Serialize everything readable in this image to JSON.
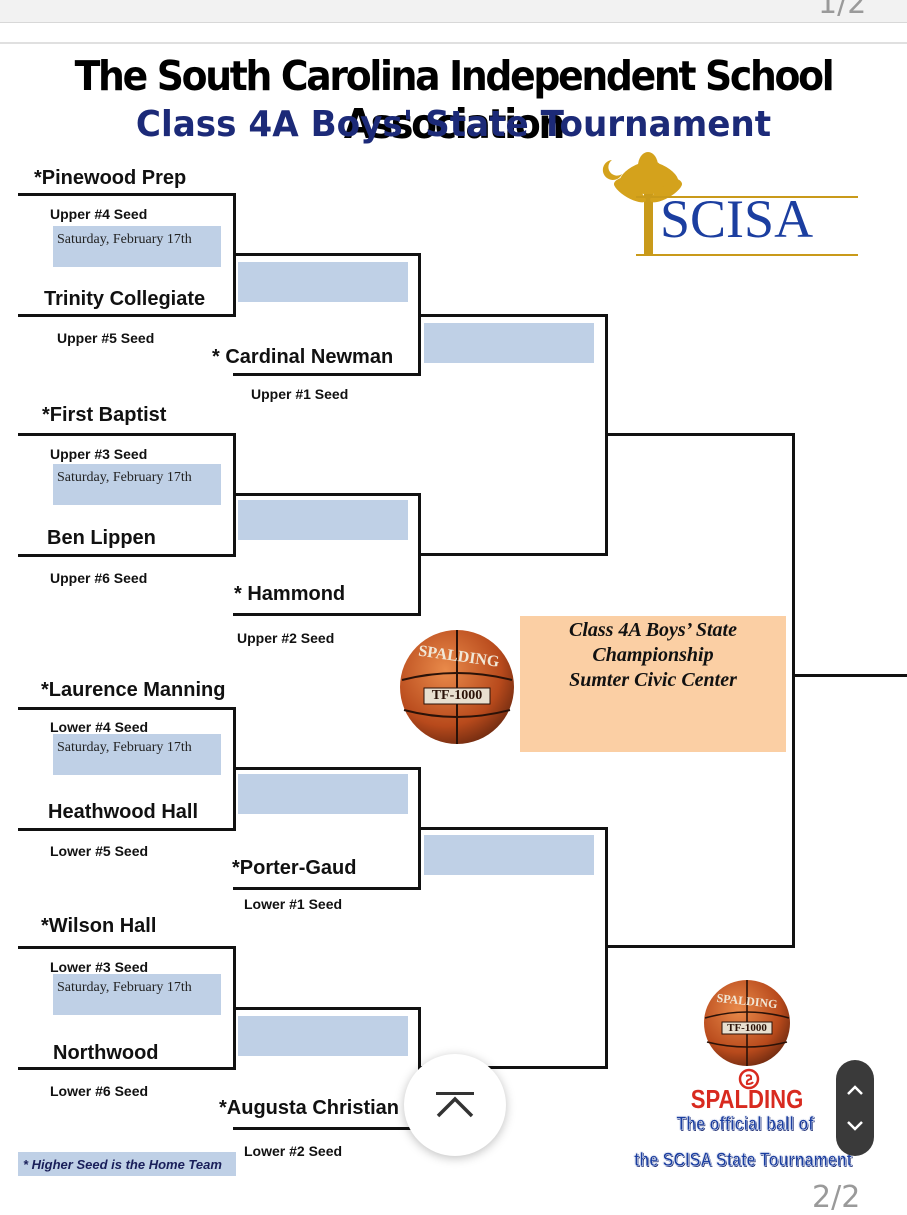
{
  "viewer": {
    "page_indicator_top": "1/2",
    "page_indicator_bottom": "2/2"
  },
  "header": {
    "title_line1": "The South Carolina Independent School Association",
    "title_line2": "Class 4A Boys' State Tournament"
  },
  "logo": {
    "text": "SCISA"
  },
  "date_label": "Saturday, February 17th",
  "teams": {
    "t1": "*Pinewood Prep",
    "t1_seed": "Upper #4 Seed",
    "t2": "Trinity Collegiate",
    "t2_seed": "Upper #5 Seed",
    "t3": "* Cardinal Newman",
    "t3_seed": "Upper #1 Seed",
    "t4": "*First Baptist",
    "t4_seed": "Upper #3 Seed",
    "t5": "Ben Lippen",
    "t5_seed": "Upper #6 Seed",
    "t6": "* Hammond",
    "t6_seed": "Upper #2 Seed",
    "t7": "*Laurence Manning",
    "t7_seed": "Lower #4 Seed",
    "t8": "Heathwood Hall",
    "t8_seed": "Lower #5 Seed",
    "t9": "*Porter-Gaud",
    "t9_seed": "Lower #1 Seed",
    "t10": "*Wilson Hall",
    "t10_seed": "Lower #3 Seed",
    "t11": "Northwood",
    "t11_seed": "Lower #6 Seed",
    "t12": "*Augusta Christian",
    "t12_seed": "Lower #2 Seed"
  },
  "championship": {
    "line1": "Class 4A Boys’ State",
    "line2": "Championship",
    "line3": "Sumter Civic Center"
  },
  "basketball": {
    "brand": "SPALDING",
    "model": "TF-1000"
  },
  "sponsor": {
    "brand": "SPALDING",
    "line1": "The official ball of",
    "line2": "the SCISA State Tournament"
  },
  "footnote": "* Higher Seed is the Home Team",
  "colors": {
    "slot_blue": "#bfd0e6",
    "champ_box": "#fbcfa4",
    "title_blue": "#1c2a78",
    "scisa_blue": "#1b3ea0",
    "spalding_red": "#d82a1f"
  }
}
